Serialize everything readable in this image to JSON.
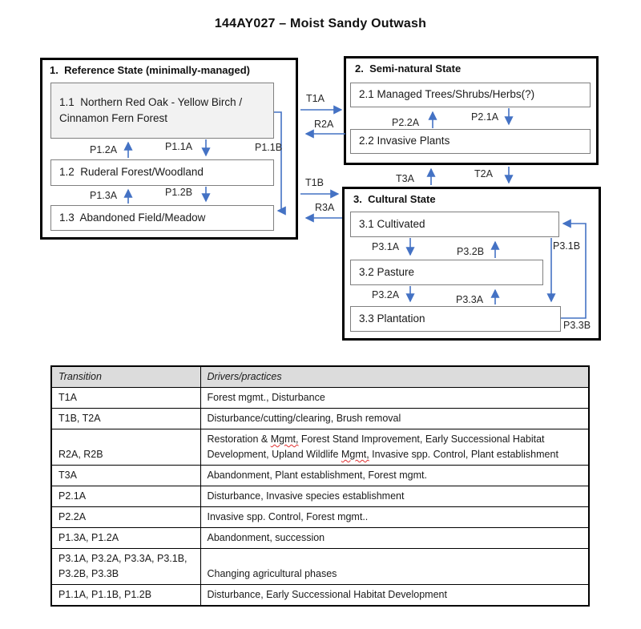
{
  "title": "144AY027 – Moist Sandy Outwash",
  "colors": {
    "arrow": "#4472C4",
    "phase_fill": "#F2F2F2",
    "table_header_fill": "#DCDCDC"
  },
  "diagram": {
    "states": [
      {
        "header": "1.  Reference State (minimally-managed)",
        "phases": [
          "1.1  Northern Red Oak - Yellow Birch /\nCinnamon Fern Forest",
          "1.2  Ruderal Forest/Woodland",
          "1.3  Abandoned Field/Meadow"
        ]
      },
      {
        "header": "2.  Semi-natural State",
        "phases": [
          "2.1 Managed Trees/Shrubs/Herbs(?)",
          "2.2 Invasive Plants"
        ]
      },
      {
        "header": "3.  Cultural State",
        "phases": [
          "3.1 Cultivated",
          "3.2 Pasture",
          "3.3 Plantation"
        ]
      }
    ],
    "labels": {
      "T1A": "T1A",
      "R2A": "R2A",
      "T1B": "T1B",
      "R3A": "R3A",
      "T3A": "T3A",
      "T2A": "T2A",
      "P1_1A": "P1.1A",
      "P1_1B": "P1.1B",
      "P1_2A": "P1.2A",
      "P1_2B": "P1.2B",
      "P1_3A": "P1.3A",
      "P2_1A": "P2.1A",
      "P2_2A": "P2.2A",
      "P3_1A": "P3.1A",
      "P3_1B": "P3.1B",
      "P3_2A": "P3.2A",
      "P3_2B": "P3.2B",
      "P3_3A": "P3.3A",
      "P3_3B": "P3.3B"
    }
  },
  "table": {
    "headers": [
      "Transition",
      "Drivers/practices"
    ],
    "rows": [
      {
        "transition": "T1A",
        "drivers": "Forest mgmt., Disturbance"
      },
      {
        "transition": "T1B, T2A",
        "drivers": "Disturbance/cutting/clearing, Brush removal"
      },
      {
        "transition": "R2A, R2B",
        "drivers_parts": [
          "Restoration & ",
          "Mgmt,",
          " Forest Stand Improvement, Early Successional Habitat Development, Upland Wildlife ",
          "Mgmt,",
          " Invasive spp. Control, Plant establishment"
        ]
      },
      {
        "transition": "T3A",
        "drivers": "Abandonment, Plant establishment, Forest mgmt."
      },
      {
        "transition": "P2.1A",
        "drivers": "Disturbance, Invasive species establishment"
      },
      {
        "transition": "P2.2A",
        "drivers": "Invasive spp. Control, Forest mgmt.."
      },
      {
        "transition": "P1.3A, P1.2A",
        "drivers": "Abandonment, succession"
      },
      {
        "transition": "P3.1A, P3.2A, P3.3A, P3.1B, P3.2B, P3.3B",
        "drivers": "Changing agricultural phases"
      },
      {
        "transition": "P1.1A, P1.1B, P1.2B",
        "drivers": "Disturbance, Early Successional Habitat Development"
      }
    ]
  }
}
